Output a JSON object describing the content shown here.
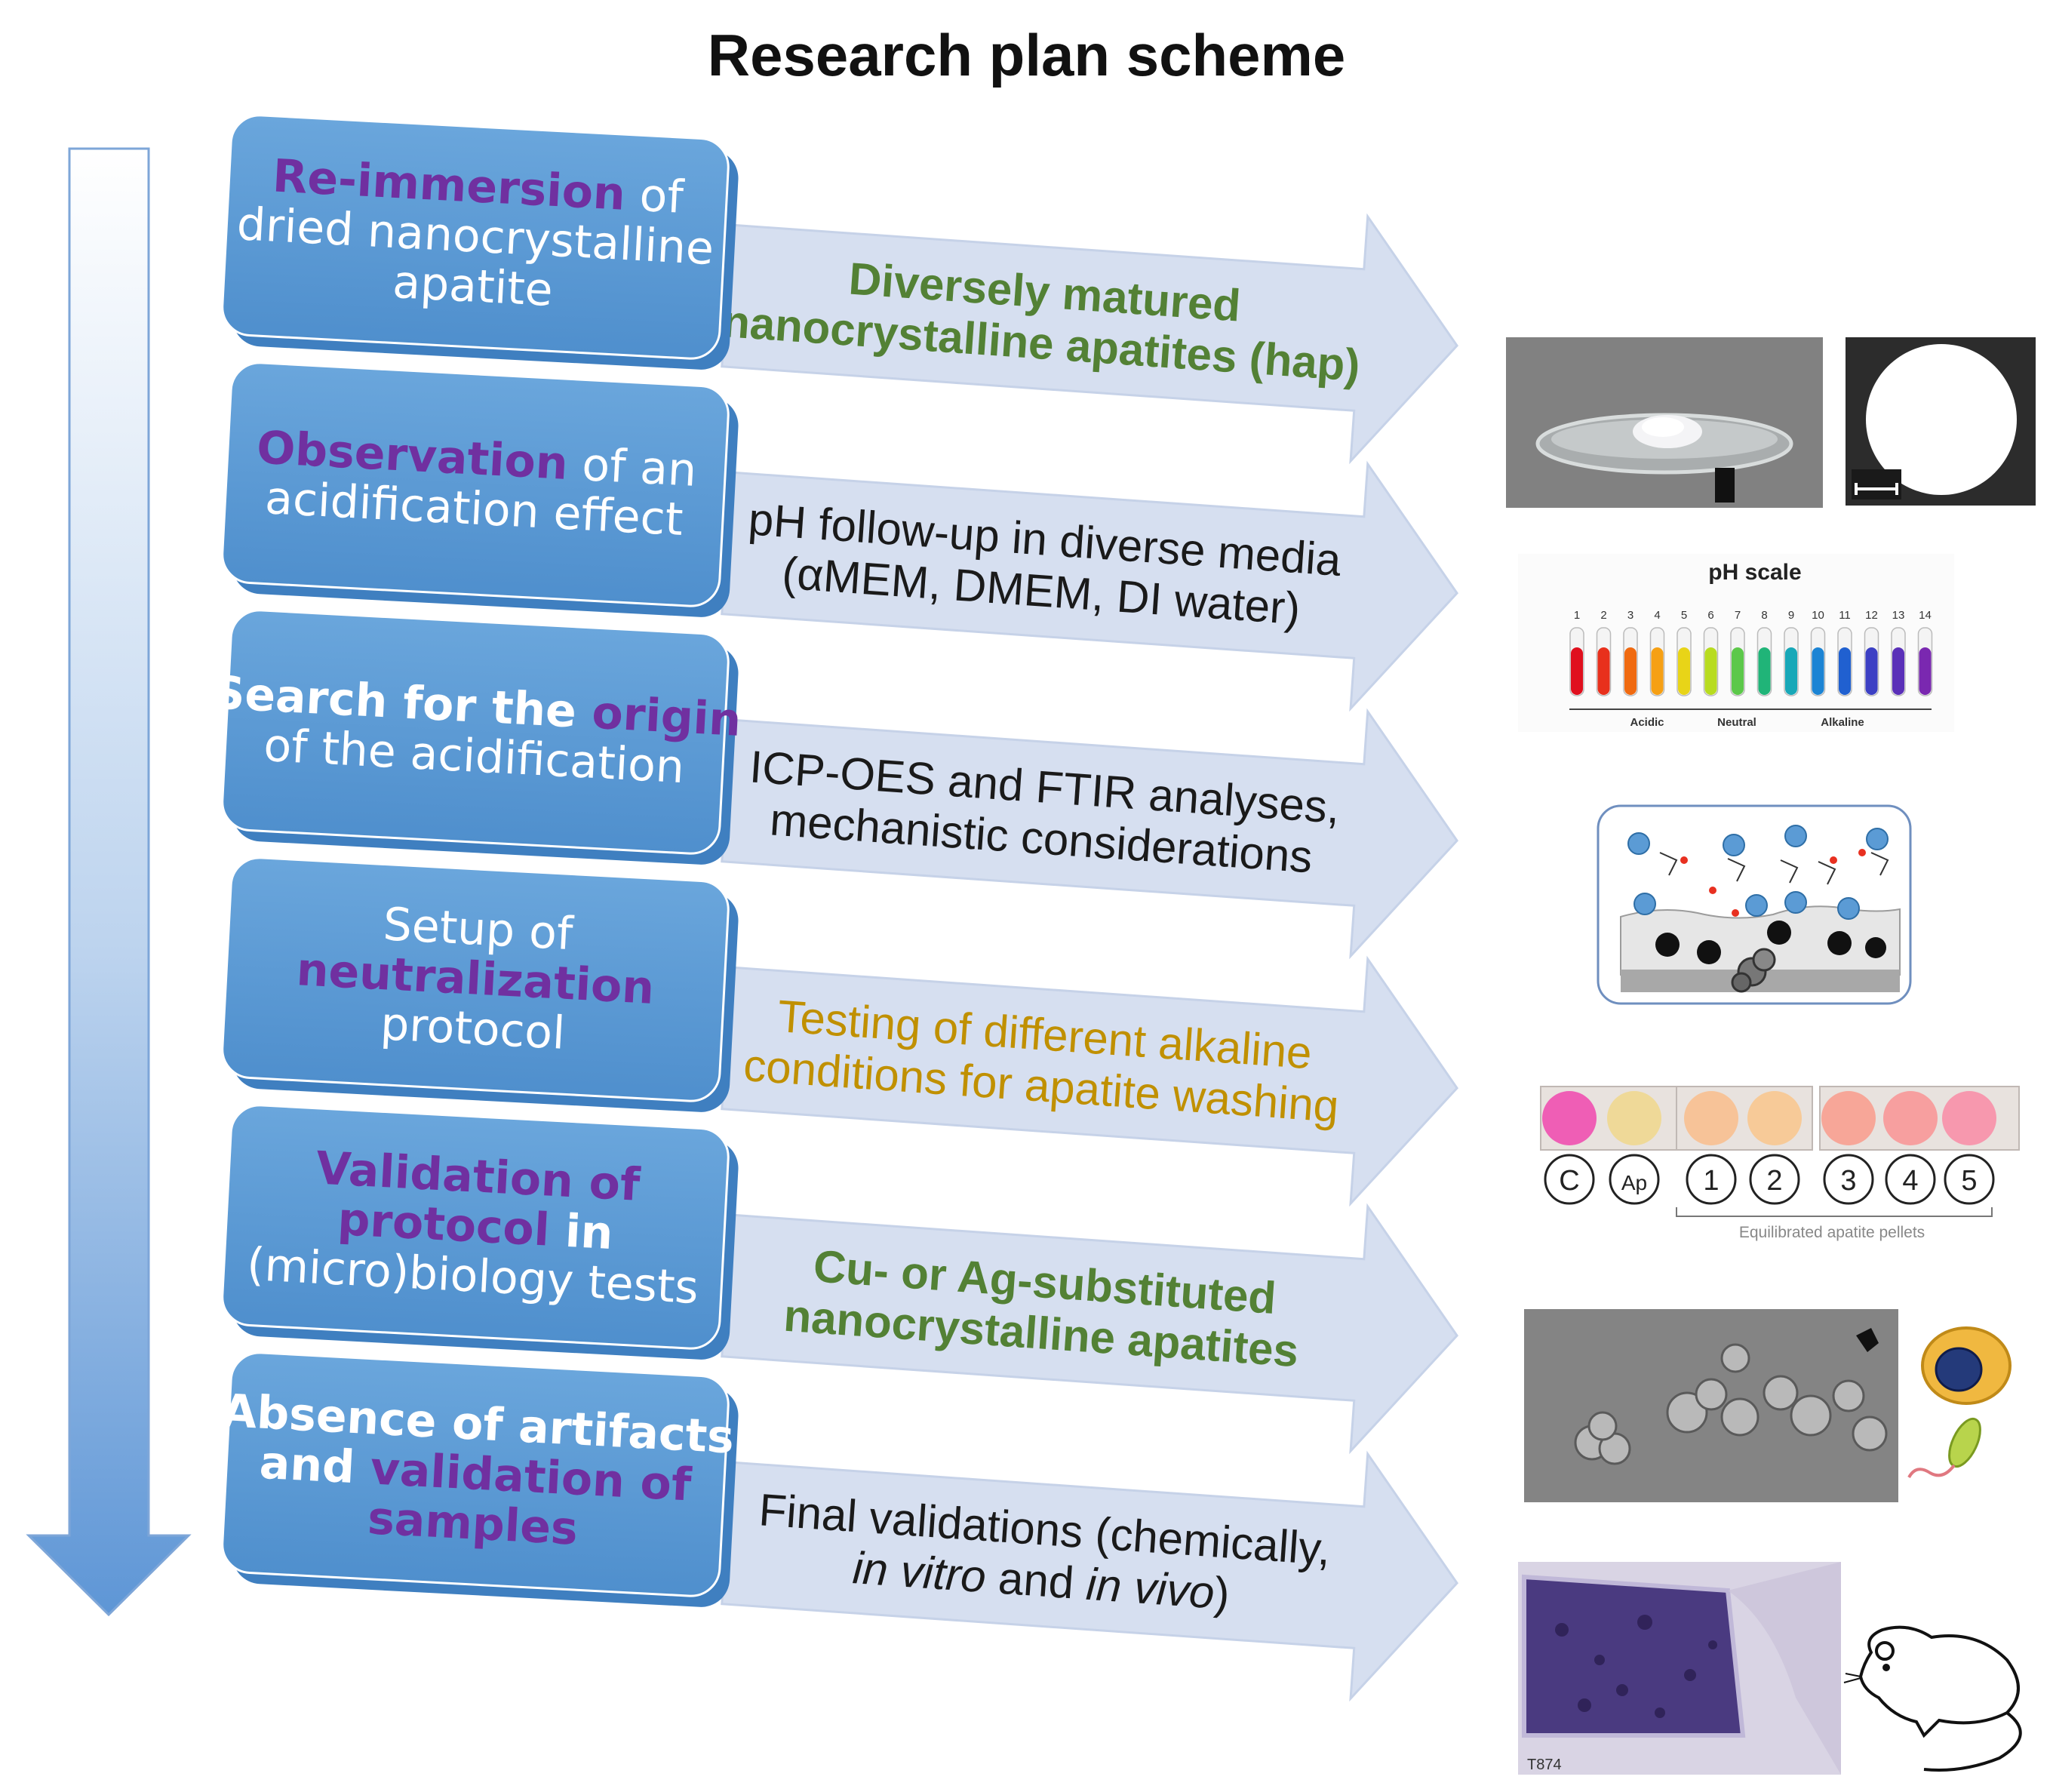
{
  "title": "Research plan scheme",
  "colors": {
    "box_fill": "#5b9bd5",
    "box_edge": "#3f7fc0",
    "arrow_fill": "#d6dff0",
    "green": "#538135",
    "purple": "#7030a0",
    "orange": "#c09000",
    "black": "#1a1a1a"
  },
  "steps": [
    {
      "lines": [
        [
          {
            "t": "Re-immersion",
            "c": "purple",
            "b": true
          },
          {
            "t": " of"
          }
        ],
        [
          {
            "t": "dried nanocrystalline"
          }
        ],
        [
          {
            "t": "apatite"
          }
        ]
      ]
    },
    {
      "lines": [
        [
          {
            "t": "Observation",
            "c": "purple",
            "b": true
          },
          {
            "t": " of an"
          }
        ],
        [
          {
            "t": "acidification effect"
          }
        ]
      ]
    },
    {
      "lines": [
        [
          {
            "t": "Search for the ",
            "b": true
          },
          {
            "t": "origin",
            "c": "purple",
            "b": true
          }
        ],
        [
          {
            "t": "of the acidification"
          }
        ]
      ]
    },
    {
      "lines": [
        [
          {
            "t": "Setup of"
          }
        ],
        [
          {
            "t": "neutralization",
            "c": "purple",
            "b": true
          }
        ],
        [
          {
            "t": "protocol"
          }
        ]
      ]
    },
    {
      "lines": [
        [
          {
            "t": "Validation of",
            "c": "purple",
            "b": true
          }
        ],
        [
          {
            "t": "protocol",
            "c": "purple",
            "b": true
          },
          {
            "t": " in",
            "b": true
          }
        ],
        [
          {
            "t": "(micro)biology tests"
          }
        ]
      ]
    },
    {
      "lines": [
        [
          {
            "t": "Absence of artifacts",
            "b": true
          }
        ],
        [
          {
            "t": "and ",
            "b": true
          },
          {
            "t": "validation of",
            "c": "purple",
            "b": true
          }
        ],
        [
          {
            "t": "samples",
            "c": "purple",
            "b": true
          }
        ]
      ]
    }
  ],
  "arrows": [
    {
      "lines": [
        [
          {
            "t": "Diversely matured",
            "c": "green",
            "b": true
          }
        ],
        [
          {
            "t": "nanocrystalline apatites (hap)",
            "c": "green",
            "b": true
          }
        ]
      ]
    },
    {
      "lines": [
        [
          {
            "t": "pH follow-up in diverse media",
            "c": "black"
          }
        ],
        [
          {
            "t": "(αMEM, DMEM, DI water)",
            "c": "black"
          }
        ]
      ]
    },
    {
      "lines": [
        [
          {
            "t": "ICP-OES and FTIR analyses,",
            "c": "black"
          }
        ],
        [
          {
            "t": "mechanistic considerations",
            "c": "black"
          }
        ]
      ]
    },
    {
      "lines": [
        [
          {
            "t": "Testing of different alkaline",
            "c": "orange"
          }
        ],
        [
          {
            "t": "conditions for apatite washing",
            "c": "orange"
          }
        ]
      ]
    },
    {
      "lines": [
        [
          {
            "t": "Cu- or Ag-substituted",
            "c": "green",
            "b": true
          }
        ],
        [
          {
            "t": "nanocrystalline apatites",
            "c": "green",
            "b": true
          }
        ]
      ]
    },
    {
      "lines": [
        [
          {
            "t": "Final validations (chemically,",
            "c": "black"
          }
        ],
        [
          {
            "t": "in vitro",
            "c": "black",
            "i": true
          },
          {
            "t": " and ",
            "c": "black"
          },
          {
            "t": "in vivo",
            "c": "black",
            "i": true
          },
          {
            "t": ")",
            "c": "black"
          }
        ]
      ]
    }
  ],
  "images": {
    "ph_scale_title": "pH scale",
    "ph_numbers": [
      "1",
      "2",
      "3",
      "4",
      "5",
      "6",
      "7",
      "8",
      "9",
      "10",
      "11",
      "12",
      "13",
      "14"
    ],
    "ph_colors": [
      "#e0101e",
      "#e8301c",
      "#f06a10",
      "#f6a014",
      "#e8d418",
      "#b8dc20",
      "#5cc84a",
      "#20b478",
      "#18a8b8",
      "#1c84d4",
      "#2060d0",
      "#3c40c4",
      "#5a30b8",
      "#7a28b0"
    ],
    "ph_acidic": "Acidic",
    "ph_neutral": "Neutral",
    "ph_alkaline": "Alkaline",
    "well_labels": [
      "C",
      "Ap",
      "1",
      "2",
      "3",
      "4",
      "5"
    ],
    "well_colors": [
      "#f050b0",
      "#f0d890",
      "#f8c090",
      "#f8c890",
      "#f8a090",
      "#f89898",
      "#f890a8"
    ],
    "pellets_caption": "Equilibrated apatite pellets",
    "histology_label": "T874"
  }
}
